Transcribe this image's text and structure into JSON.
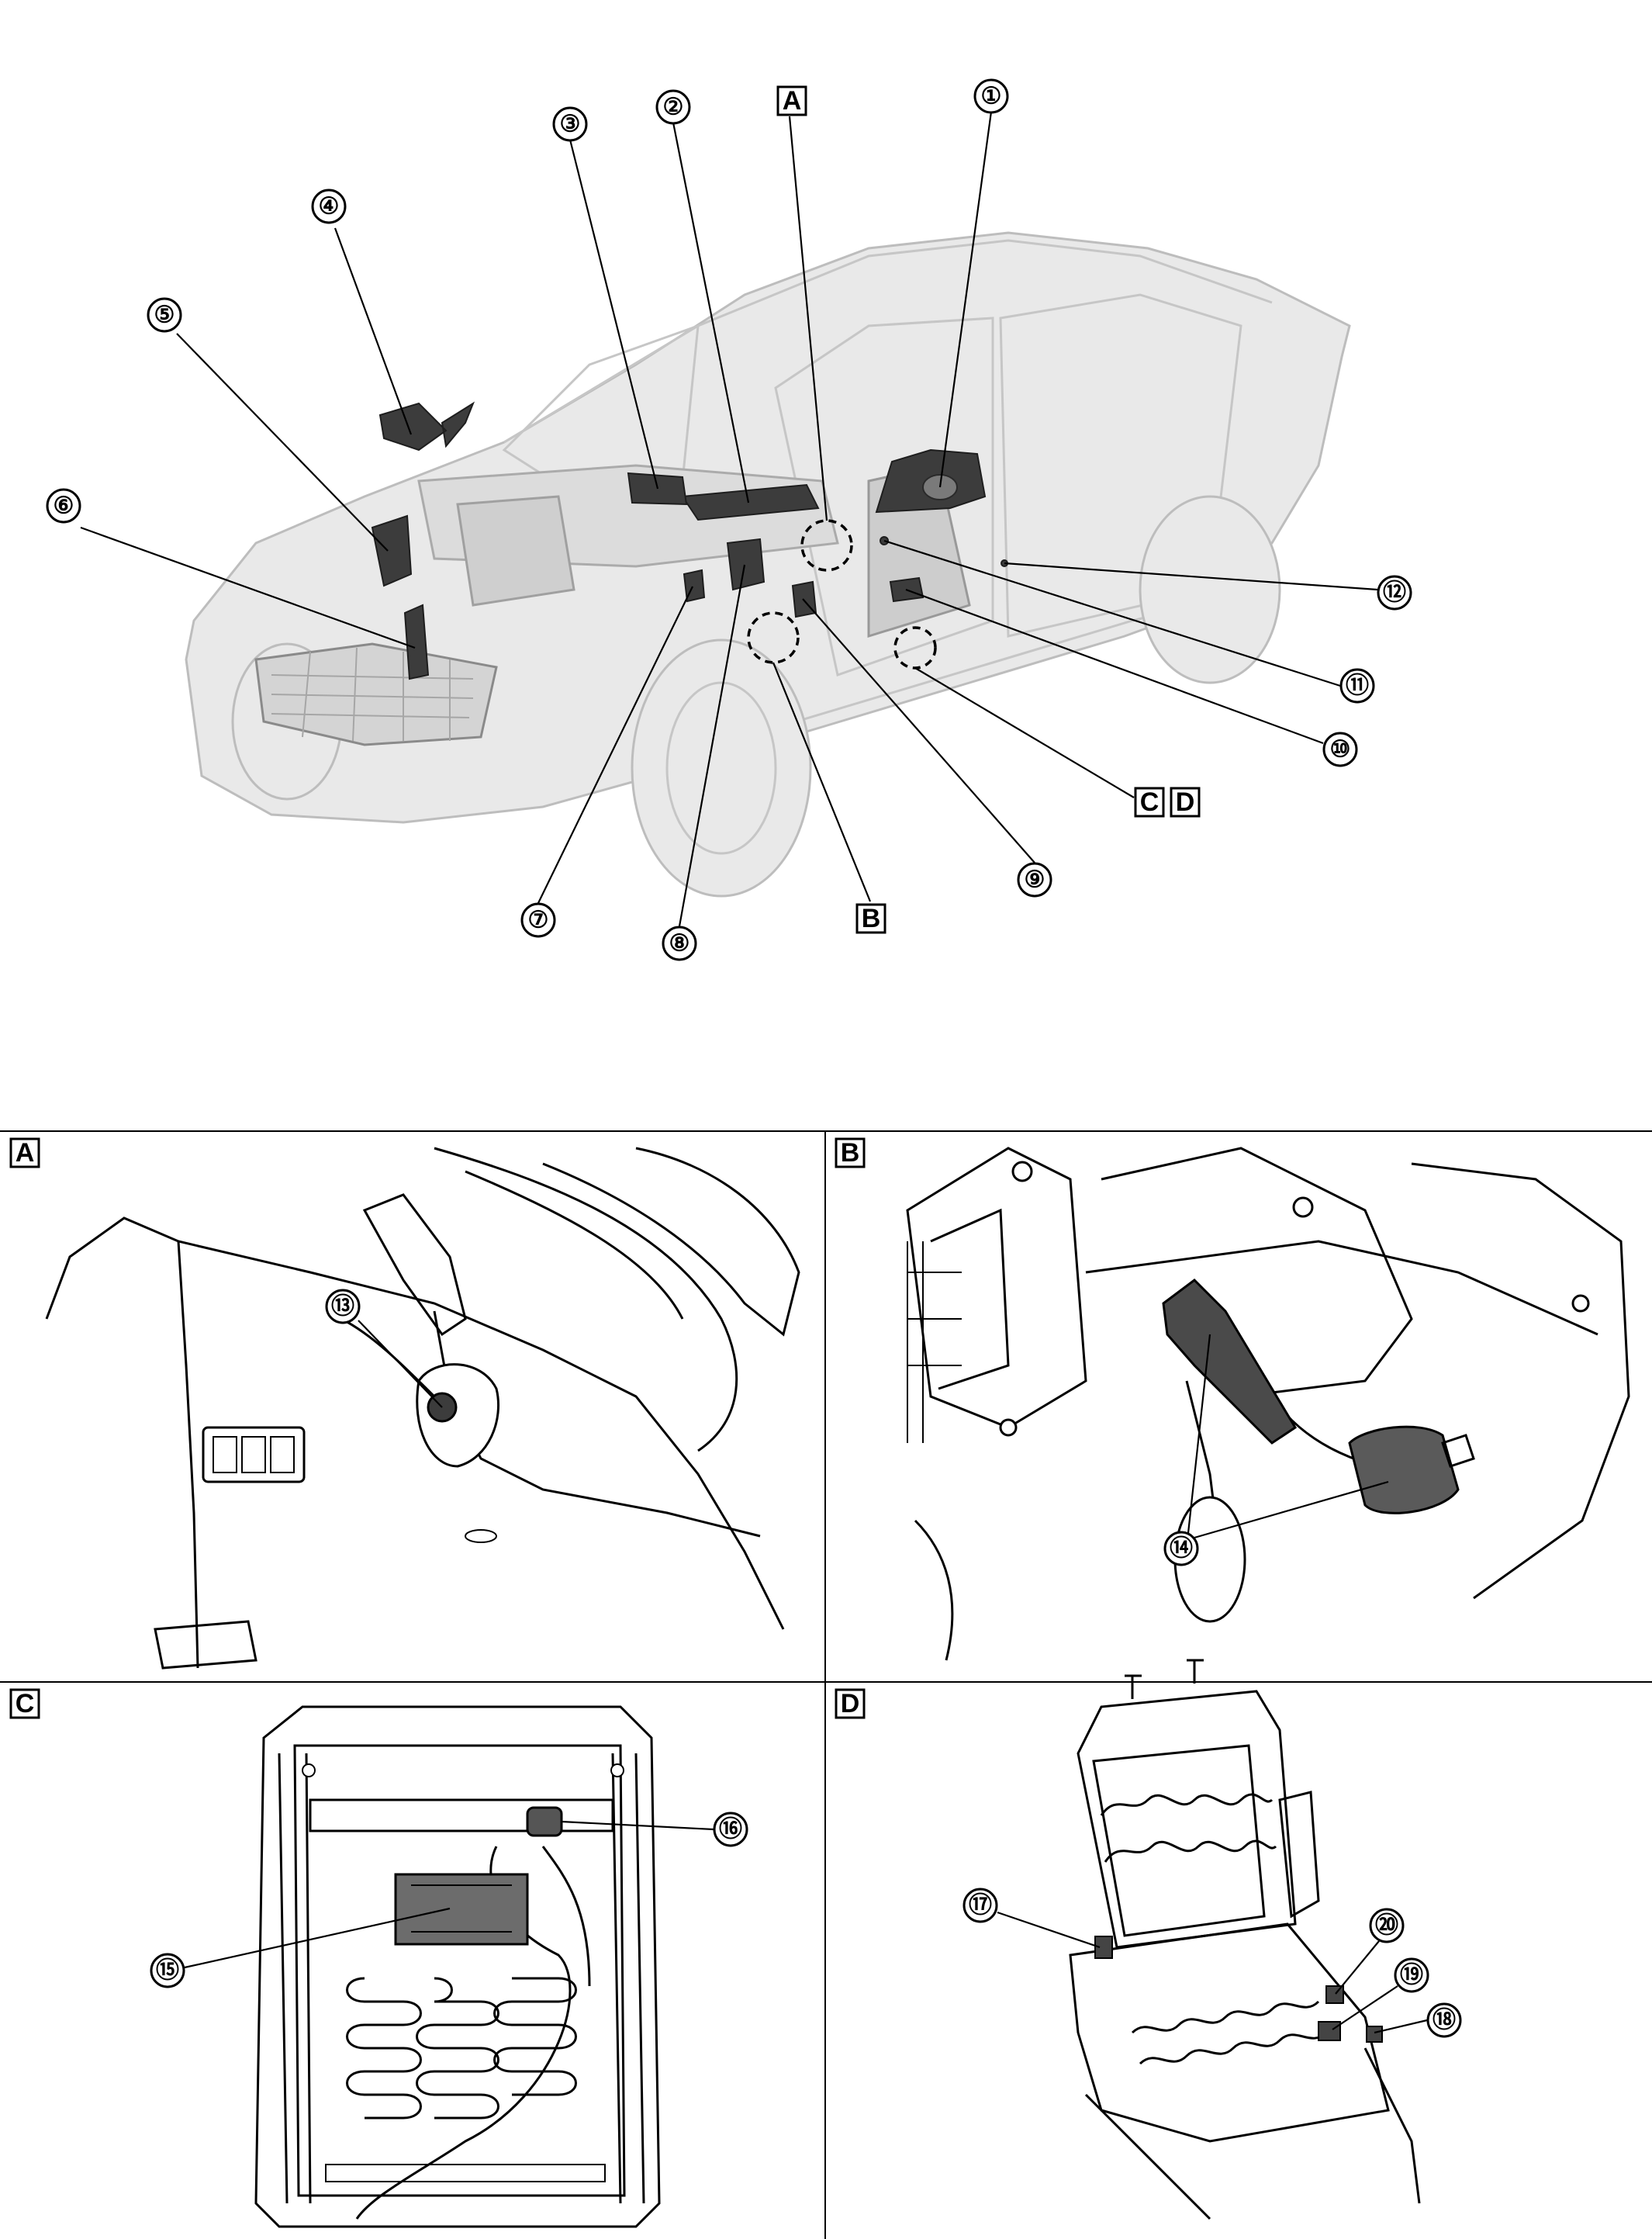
{
  "callouts": {
    "overview": [
      {
        "id": "c1",
        "label": "①"
      },
      {
        "id": "c2",
        "label": "②"
      },
      {
        "id": "c3",
        "label": "③"
      },
      {
        "id": "c4",
        "label": "④"
      },
      {
        "id": "c5",
        "label": "⑤"
      },
      {
        "id": "c6",
        "label": "⑥"
      },
      {
        "id": "c7",
        "label": "⑦"
      },
      {
        "id": "c8",
        "label": "⑧"
      },
      {
        "id": "c9",
        "label": "⑨"
      },
      {
        "id": "c10",
        "label": "⑩"
      },
      {
        "id": "c11",
        "label": "⑪"
      },
      {
        "id": "c12",
        "label": "⑫"
      }
    ],
    "detail": [
      {
        "id": "c13",
        "label": "⑬"
      },
      {
        "id": "c14",
        "label": "⑭"
      },
      {
        "id": "c15",
        "label": "⑮"
      },
      {
        "id": "c16",
        "label": "⑯"
      },
      {
        "id": "c17",
        "label": "⑰"
      },
      {
        "id": "c18",
        "label": "⑱"
      },
      {
        "id": "c19",
        "label": "⑲"
      },
      {
        "id": "c20",
        "label": "⑳"
      }
    ]
  },
  "view_letters": {
    "overview": {
      "A": "A",
      "B": "B",
      "C": "C",
      "D": "D"
    },
    "panels": {
      "A": "A",
      "B": "B",
      "C": "C",
      "D": "D"
    }
  }
}
